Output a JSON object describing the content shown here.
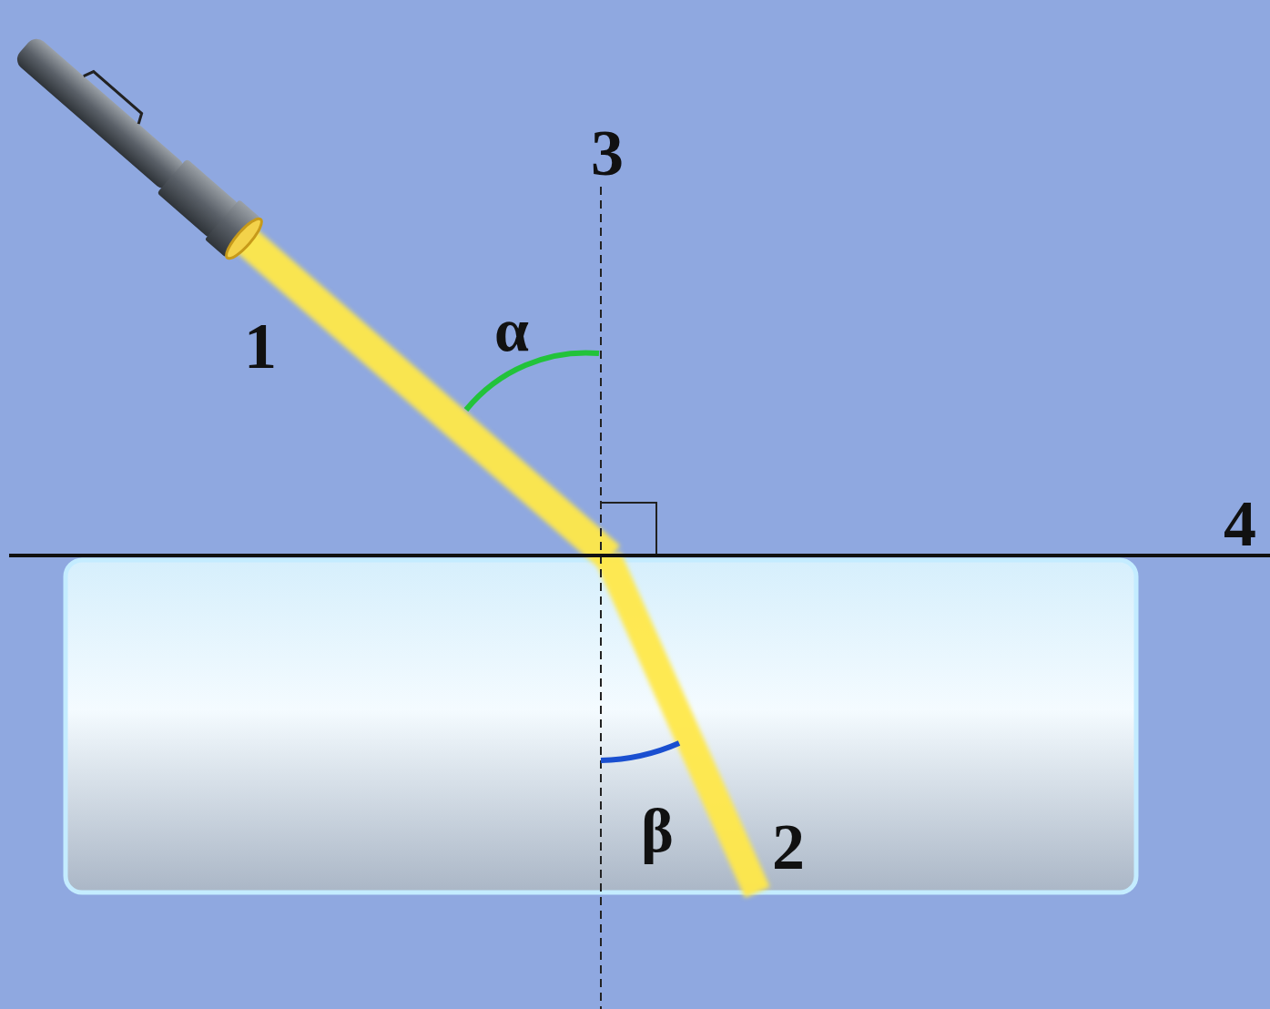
{
  "diagram": {
    "labels": [
      "3",
      "1",
      "α",
      "4",
      "β",
      "2"
    ]
  }
}
